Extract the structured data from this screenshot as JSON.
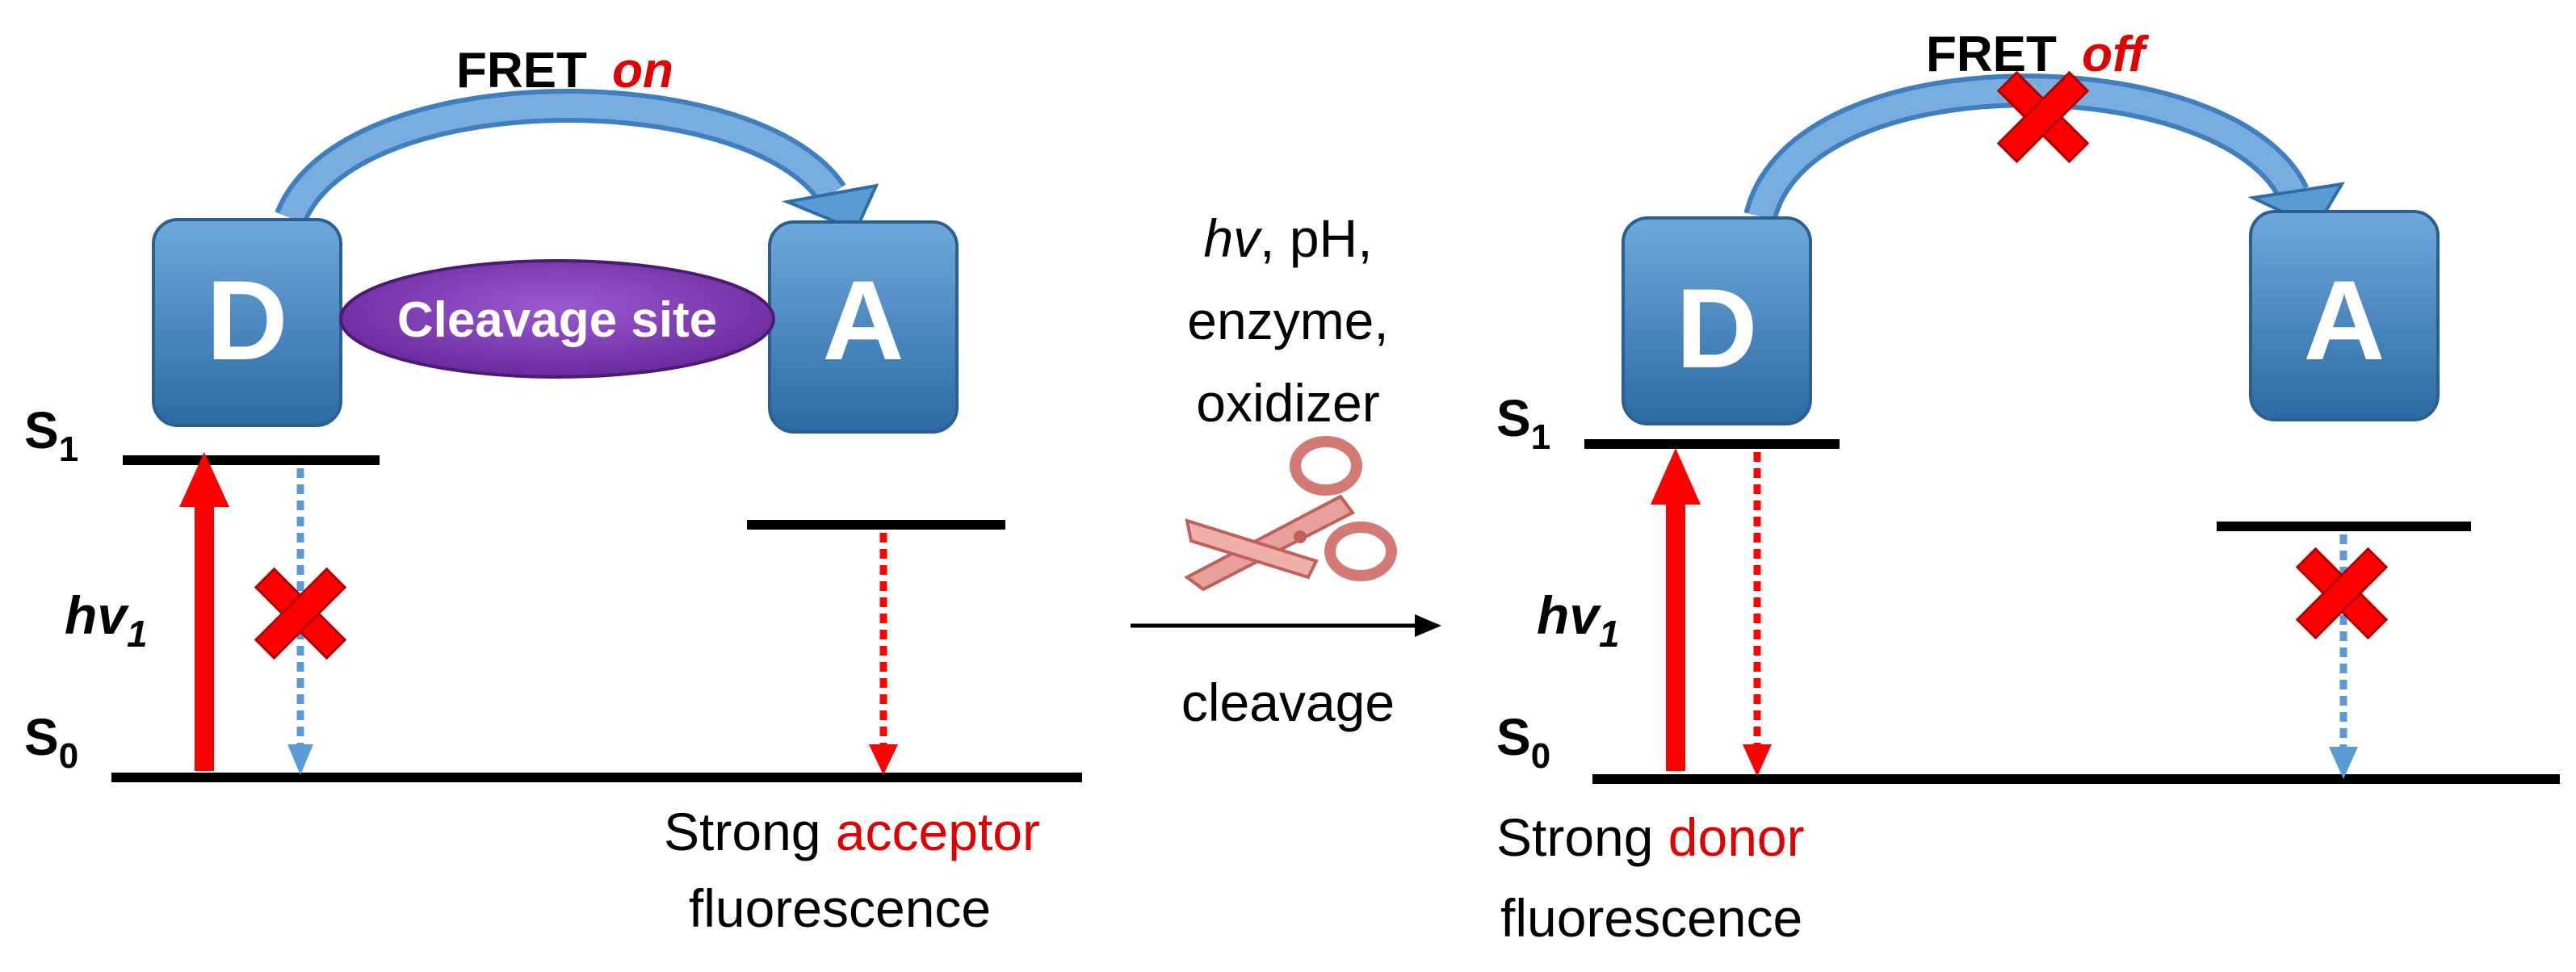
{
  "left_panel": {
    "fret_prefix": "FRET",
    "fret_state": "on",
    "donor_label": "D",
    "acceptor_label": "A",
    "cleavage_site_label": "Cleavage site",
    "s1_label": "S",
    "s1_sub": "1",
    "s0_label": "S",
    "s0_sub": "0",
    "hv_label": "hv",
    "hv_sub": "1",
    "result_line1_prefix": "Strong ",
    "result_line1_highlight": "acceptor",
    "result_line2": "fluorescence"
  },
  "center": {
    "trigger_hv": "hv",
    "trigger_ph": ", pH,",
    "trigger_enzyme": "enzyme,",
    "trigger_oxidizer": "oxidizer",
    "process_label": "cleavage",
    "scissors_icon": "scissors-icon"
  },
  "right_panel": {
    "fret_prefix": "FRET",
    "fret_state": "off",
    "donor_label": "D",
    "acceptor_label": "A",
    "s1_label": "S",
    "s1_sub": "1",
    "s0_label": "S",
    "s0_sub": "0",
    "hv_label": "hv",
    "hv_sub": "1",
    "result_line1_prefix": "Strong ",
    "result_line1_highlight": "donor",
    "result_line2": "fluorescence"
  },
  "colors": {
    "box_top": "#5b9bd5",
    "box_bottom": "#2e6ea6",
    "cleavage_purple": "#7030a0",
    "arrow_blue": "#4a84c4",
    "red": "#ff0000",
    "dotted_blue": "#5b9bd5",
    "black": "#000000"
  }
}
